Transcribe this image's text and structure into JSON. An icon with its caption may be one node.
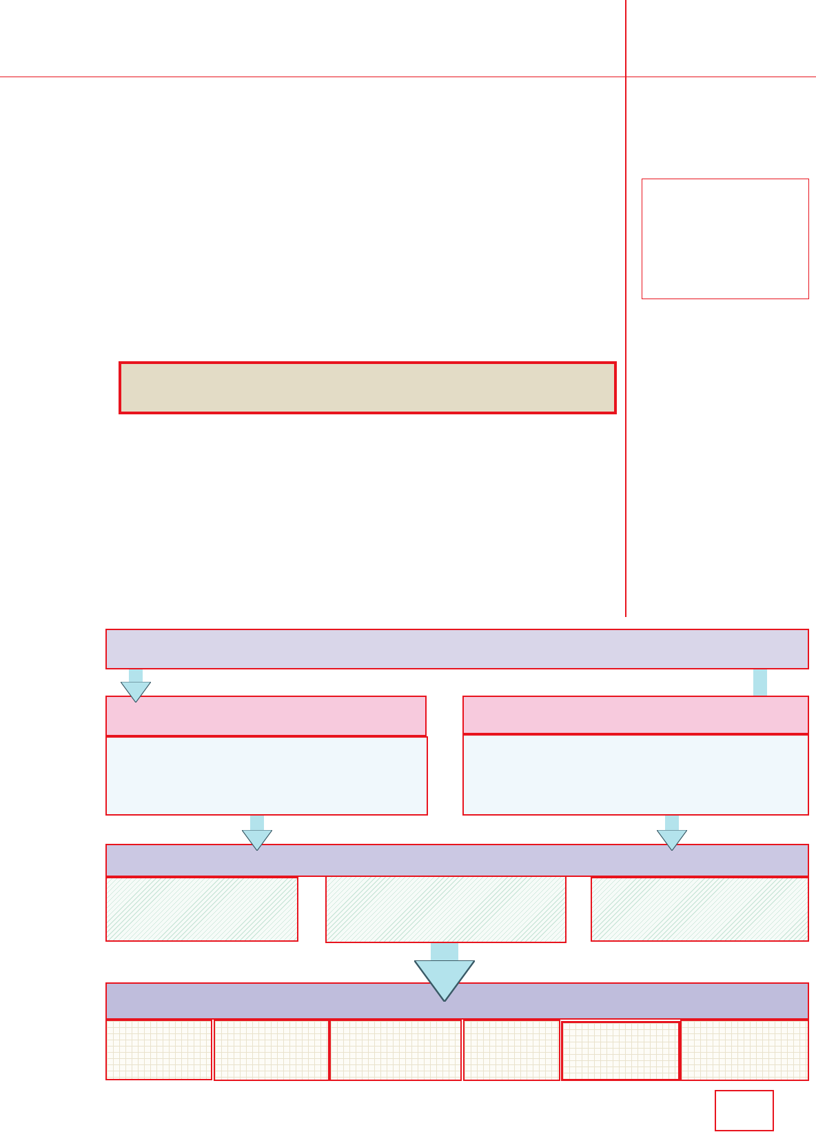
{
  "diagram": {
    "nodes": [
      {
        "text": [],
        "shape": "box"
      },
      {
        "text": [],
        "shape": "box"
      },
      {
        "text": [],
        "shape": "box"
      },
      {
        "text": [],
        "shape": "box"
      },
      {
        "text": [],
        "shape": "box"
      },
      {
        "text": [],
        "shape": "box"
      },
      {
        "text": [],
        "shape": "box"
      },
      {
        "text": [],
        "shape": "box"
      },
      {
        "text": [],
        "shape": "box"
      },
      {
        "text": [],
        "shape": "box"
      },
      {
        "text": [],
        "shape": "box"
      },
      {
        "text": [],
        "shape": "box"
      },
      {
        "text": [],
        "shape": "box"
      },
      {
        "text": [],
        "shape": "box"
      },
      {
        "text": [],
        "shape": "box"
      },
      {
        "text": [],
        "shape": "box"
      },
      {
        "text": [],
        "shape": "box"
      },
      {
        "text": [],
        "shape": "box"
      },
      {
        "text": [],
        "shape": "box"
      }
    ],
    "edges": [
      {
        "from": 2,
        "to": 3,
        "arrow": "to"
      },
      {
        "from": 2,
        "to": 5,
        "arrow": "none"
      },
      {
        "from": 4,
        "to": 7,
        "arrow": "to"
      },
      {
        "from": 6,
        "to": 7,
        "arrow": "to"
      },
      {
        "from": 9,
        "to": 11,
        "arrow": "to",
        "style": "thick"
      }
    ]
  }
}
